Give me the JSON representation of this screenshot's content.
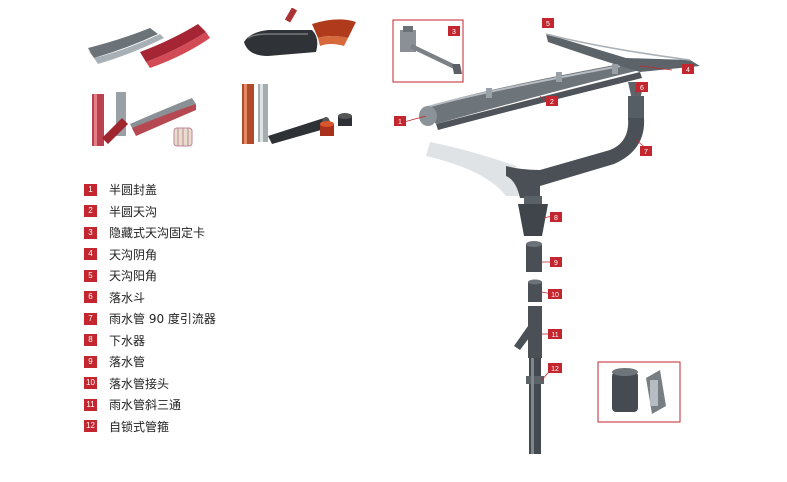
{
  "legend": [
    {
      "num": "1",
      "label": "半圆封盖"
    },
    {
      "num": "2",
      "label": "半圆天沟"
    },
    {
      "num": "3",
      "label": "隐藏式天沟固定卡"
    },
    {
      "num": "4",
      "label": "天沟阴角"
    },
    {
      "num": "5",
      "label": "天沟阳角"
    },
    {
      "num": "6",
      "label": "落水斗"
    },
    {
      "num": "7",
      "label": "雨水管 90 度引流器"
    },
    {
      "num": "8",
      "label": "下水器"
    },
    {
      "num": "9",
      "label": "落水管"
    },
    {
      "num": "10",
      "label": "落水管接头"
    },
    {
      "num": "11",
      "label": "雨水管斜三通"
    },
    {
      "num": "12",
      "label": "自锁式管箍"
    }
  ],
  "callouts": [
    "1",
    "2",
    "3",
    "4",
    "5",
    "6",
    "7",
    "8",
    "9",
    "10",
    "11",
    "12"
  ],
  "colors": {
    "badge": "#c3262f",
    "pipe": "#4a4f55",
    "pipe_light": "#d8dce0"
  }
}
